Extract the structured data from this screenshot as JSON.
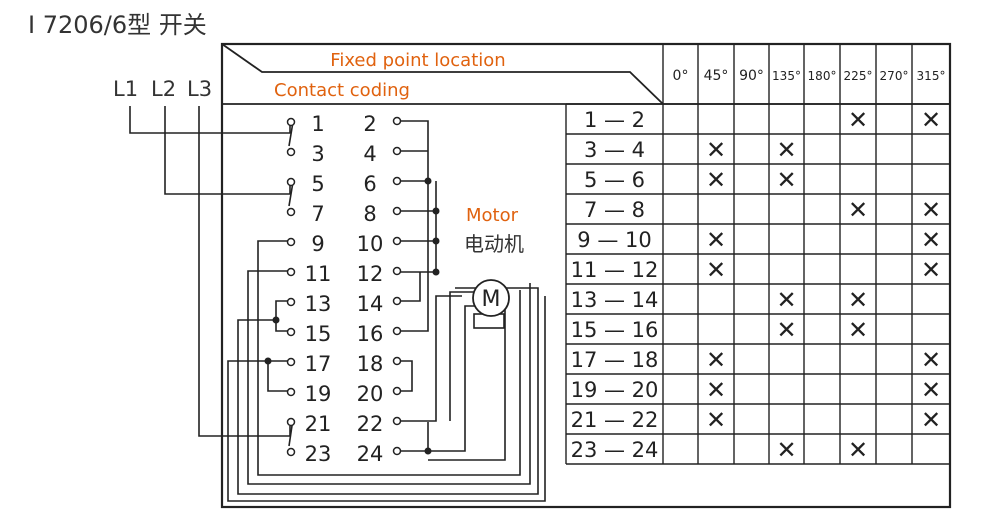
{
  "title": "I 7206/6型 开关",
  "supply_labels": [
    "L1",
    "L2",
    "L3"
  ],
  "header": {
    "fixed_point_label": "Fixed point location",
    "contact_coding_label": "Contact coding"
  },
  "angles": [
    "0°",
    "45°",
    "90°",
    "135°",
    "180°",
    "225°",
    "270°",
    "315°"
  ],
  "terminals_left": [
    "1",
    "3",
    "5",
    "7",
    "9",
    "11",
    "13",
    "15",
    "17",
    "19",
    "21",
    "23"
  ],
  "terminals_right": [
    "2",
    "4",
    "6",
    "8",
    "10",
    "12",
    "14",
    "16",
    "18",
    "20",
    "22",
    "24"
  ],
  "motor": {
    "label_en": "Motor",
    "label_zh": "电动机",
    "symbol": "M"
  },
  "contact_table": [
    {
      "pair": "1 — 2",
      "marks": [
        5,
        7
      ]
    },
    {
      "pair": "3 — 4",
      "marks": [
        1,
        3
      ]
    },
    {
      "pair": "5 — 6",
      "marks": [
        1,
        3
      ]
    },
    {
      "pair": "7 — 8",
      "marks": [
        5,
        7
      ]
    },
    {
      "pair": "9 — 10",
      "marks": [
        1,
        7
      ]
    },
    {
      "pair": "11 — 12",
      "marks": [
        1,
        7
      ]
    },
    {
      "pair": "13 — 14",
      "marks": [
        3,
        5
      ]
    },
    {
      "pair": "15 — 16",
      "marks": [
        3,
        5
      ]
    },
    {
      "pair": "17 — 18",
      "marks": [
        1,
        7
      ]
    },
    {
      "pair": "19 — 20",
      "marks": [
        1,
        7
      ]
    },
    {
      "pair": "21 — 22",
      "marks": [
        1,
        7
      ]
    },
    {
      "pair": "23 — 24",
      "marks": [
        3,
        5
      ]
    }
  ],
  "mark_symbol": "✕",
  "colors": {
    "accent": "#e0620f",
    "line": "#222222",
    "background": "#ffffff"
  }
}
